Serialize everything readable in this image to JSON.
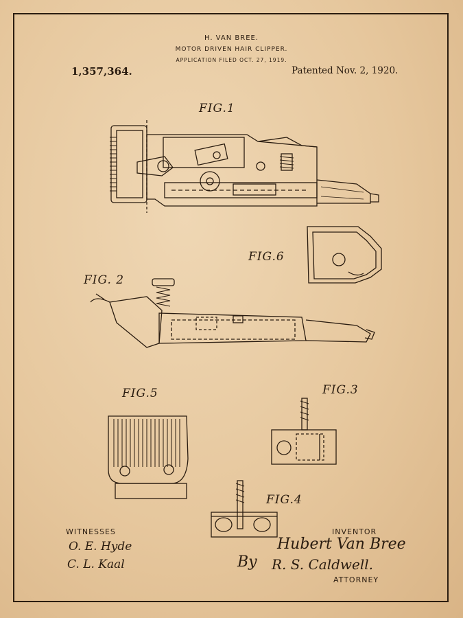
{
  "header": {
    "inventor_name": "H. VAN BREE.",
    "title": "MOTOR DRIVEN HAIR CLIPPER.",
    "filed": "APPLICATION FILED OCT. 27, 1919.",
    "patent_number": "1,357,364.",
    "patented": "Patented Nov. 2, 1920."
  },
  "figures": {
    "fig1": "FIG.1",
    "fig2": "FIG. 2",
    "fig3": "FIG.3",
    "fig4": "FIG.4",
    "fig5": "FIG.5",
    "fig6": "FIG.6"
  },
  "footer": {
    "witnesses_label": "WITNESSES",
    "witness_1": "O. E. Hyde",
    "witness_2": "C. L. Kaal",
    "inventor_label": "INVENTOR",
    "inventor_signature": "Hubert Van Bree",
    "by": "By",
    "attorney_signature": "R. S. Caldwell.",
    "attorney_label": "ATTORNEY"
  },
  "colors": {
    "paper": "#e8cba3",
    "ink": "#2a1c10"
  }
}
